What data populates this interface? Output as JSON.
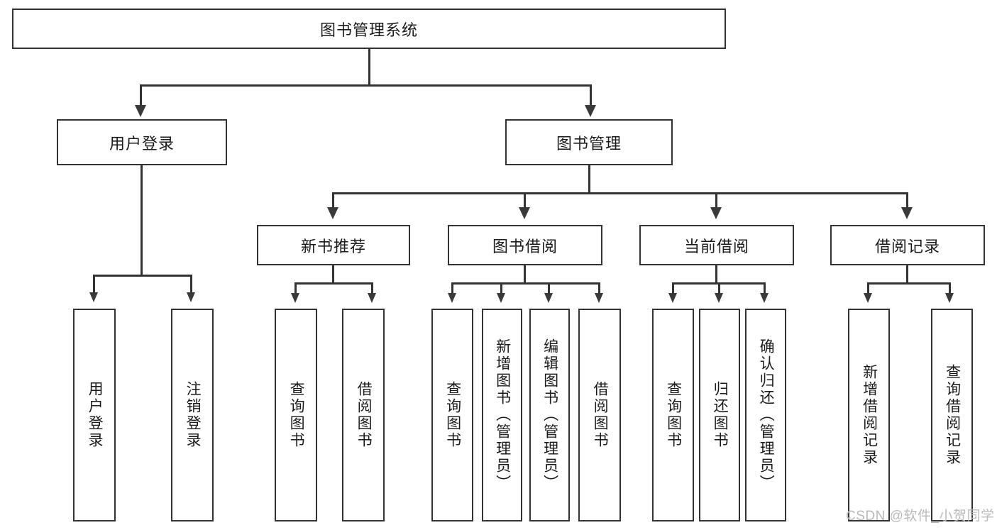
{
  "diagram": {
    "title": "图书管理系统",
    "type": "hierarchy-tree",
    "root": {
      "label": "图书管理系统"
    },
    "level2": [
      {
        "label": "用户登录"
      },
      {
        "label": "图书管理"
      }
    ],
    "level3": [
      {
        "label": "新书推荐"
      },
      {
        "label": "图书借阅"
      },
      {
        "label": "当前借阅"
      },
      {
        "label": "借阅记录"
      }
    ],
    "leaves": {
      "user_login": [
        {
          "label": "用户登录"
        },
        {
          "label": "注销登录"
        }
      ],
      "new_book_recommend": [
        {
          "label": "查询图书"
        },
        {
          "label": "借阅图书"
        }
      ],
      "book_borrow": [
        {
          "label": "查询图书"
        },
        {
          "label": "新增图书（管理员）"
        },
        {
          "label": "编辑图书（管理员）"
        },
        {
          "label": "借阅图书"
        }
      ],
      "current_borrow": [
        {
          "label": "查询图书"
        },
        {
          "label": "归还图书"
        },
        {
          "label": "确认归还（管理员）"
        }
      ],
      "borrow_record": [
        {
          "label": "新增借阅记录"
        },
        {
          "label": "查询借阅记录"
        }
      ]
    }
  },
  "watermark": {
    "text": "CSDN @软件_小贺同学"
  },
  "colors": {
    "border": "#333333",
    "background": "#ffffff",
    "text": "#1a1a1a",
    "watermark": "#b9b9b9"
  }
}
